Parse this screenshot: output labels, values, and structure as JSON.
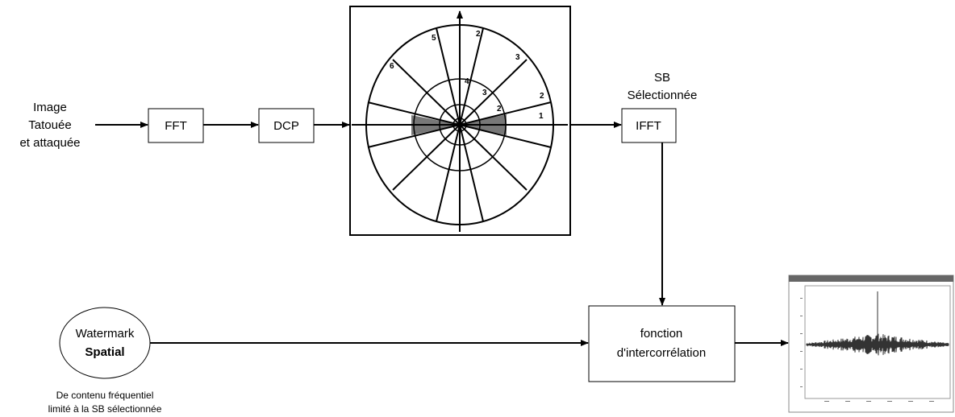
{
  "input": {
    "line1": "Image",
    "line2": "Tatouée",
    "line3": "et attaquée"
  },
  "blocks": {
    "fft": "FFT",
    "dcp": "DCP",
    "ifft": "IFFT",
    "correlation_line1": "fonction",
    "correlation_line2": "d'intercorrélation"
  },
  "sb_label": {
    "line1": "SB",
    "line2": "Sélectionnée"
  },
  "watermark": {
    "line1": "Watermark",
    "line2": "Spatial",
    "caption_line1": "De contenu fréquentiel",
    "caption_line2": "limité à la SB sélectionnée"
  },
  "polar_numbers": {
    "n1": "1",
    "n2a": "2",
    "n2b": "2",
    "n2c": "2",
    "n3a": "3",
    "n3b": "3",
    "n4": "4",
    "n5": "5",
    "n6": "6"
  },
  "colors": {
    "shaded_subband": "#777777",
    "lines": "#000000"
  }
}
